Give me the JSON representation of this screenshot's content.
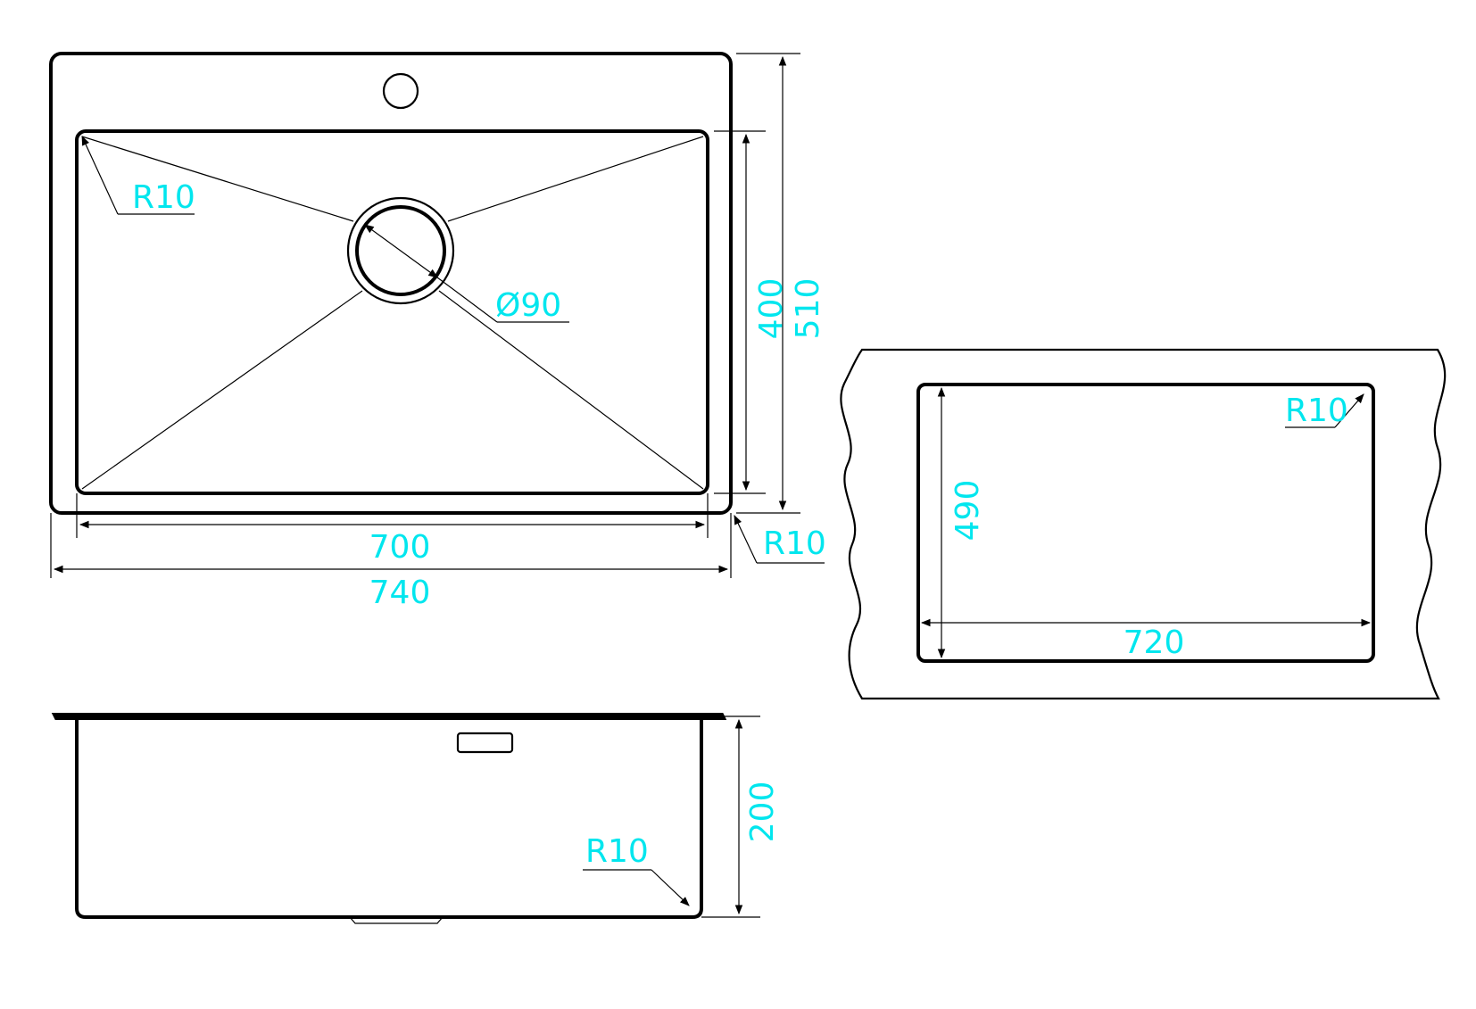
{
  "drawing": {
    "top_view": {
      "corner_radius_top_left": "R10",
      "drain_diameter": "Ø90",
      "inner_height": "400",
      "outer_height": "510",
      "inner_width": "700",
      "outer_width": "740",
      "corner_radius_bottom_right": "R10"
    },
    "cutout_view": {
      "corner_radius": "R10",
      "height": "490",
      "width": "720"
    },
    "side_view": {
      "depth": "200",
      "corner_radius": "R10"
    }
  },
  "colors": {
    "line": "#000000",
    "dimension_text": "#00e6ee"
  }
}
